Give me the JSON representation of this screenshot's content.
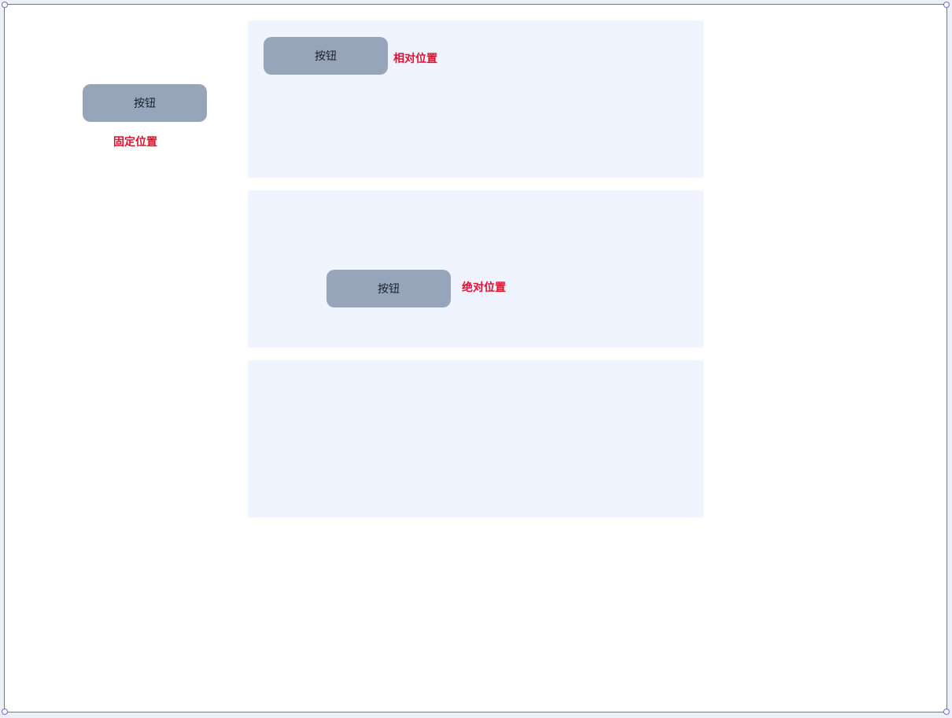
{
  "fixed_demo": {
    "button_label": "按钮",
    "caption": "固定位置"
  },
  "relative_demo": {
    "button_label": "按钮",
    "caption": "相对位置"
  },
  "absolute_demo": {
    "button_label": "按钮",
    "caption": "绝对位置"
  },
  "colors": {
    "button_bg": "#96a5b9",
    "panel_bg": "#eff4fe",
    "caption": "#e0102e",
    "frame_border": "#6b6be0"
  }
}
